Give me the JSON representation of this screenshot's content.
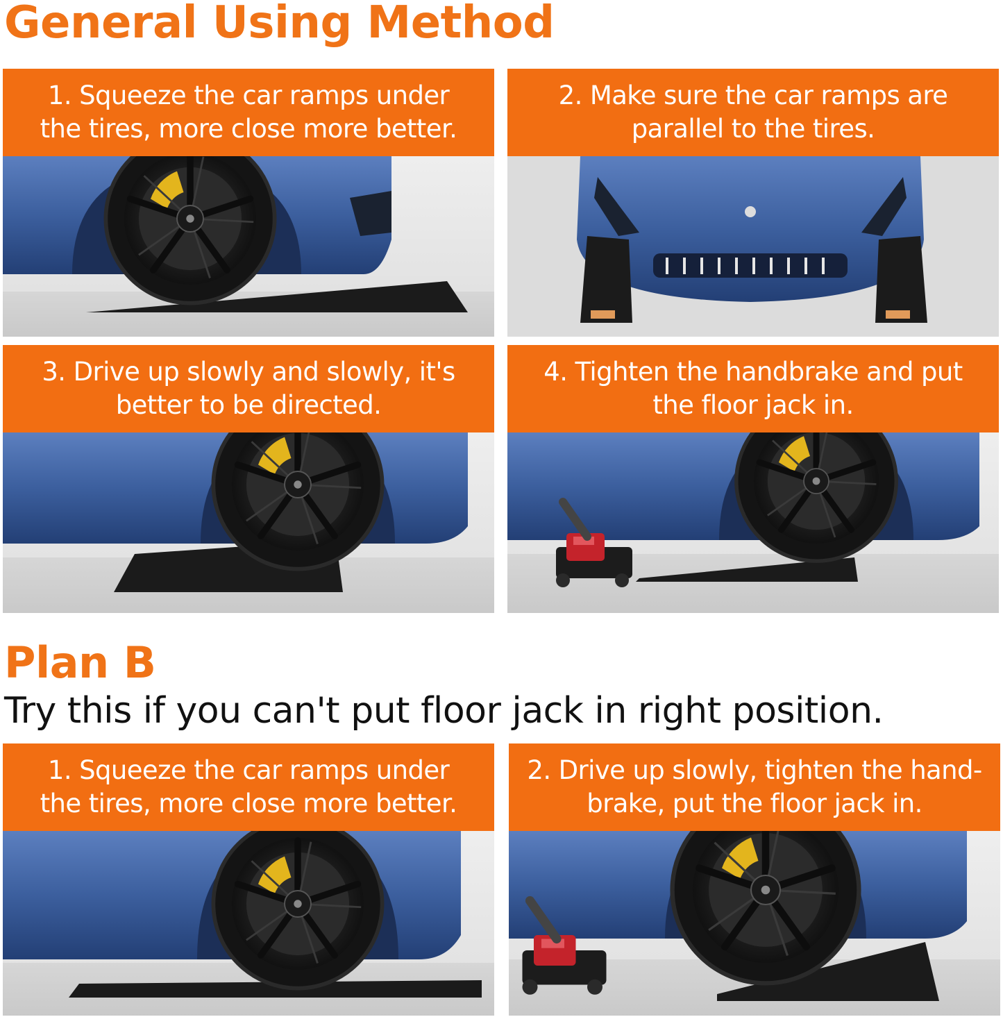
{
  "general": {
    "title": "General Using Method",
    "steps": [
      {
        "line1": "1. Squeeze the car ramps under",
        "line2": "the tires, more close more better."
      },
      {
        "line1": "2. Make sure the car ramps are",
        "line2": "parallel to the tires."
      },
      {
        "line1": "3. Drive up slowly and slowly, it's",
        "line2": "better to be directed."
      },
      {
        "line1": "4. Tighten the handbrake and put",
        "line2": "the floor jack in."
      }
    ]
  },
  "plan_b": {
    "title": "Plan B",
    "subtitle": "Try this if you can't put floor jack in right position.",
    "steps": [
      {
        "line1": "1. Squeeze the car ramps under",
        "line2": "the tires, more close more better."
      },
      {
        "line1": "2. Drive up slowly, tighten the hand-",
        "line2": "brake, put the floor jack in."
      }
    ]
  },
  "colors": {
    "accent": "#f26e12",
    "car_body": "#3c5f9e",
    "caliper": "#e3b51d",
    "ramp": "#1b1b1b",
    "jack": "#c4232b"
  },
  "icons": [
    "car-wheel-ramp-photo",
    "car-front-ramps-photo",
    "floor-jack-photo"
  ]
}
